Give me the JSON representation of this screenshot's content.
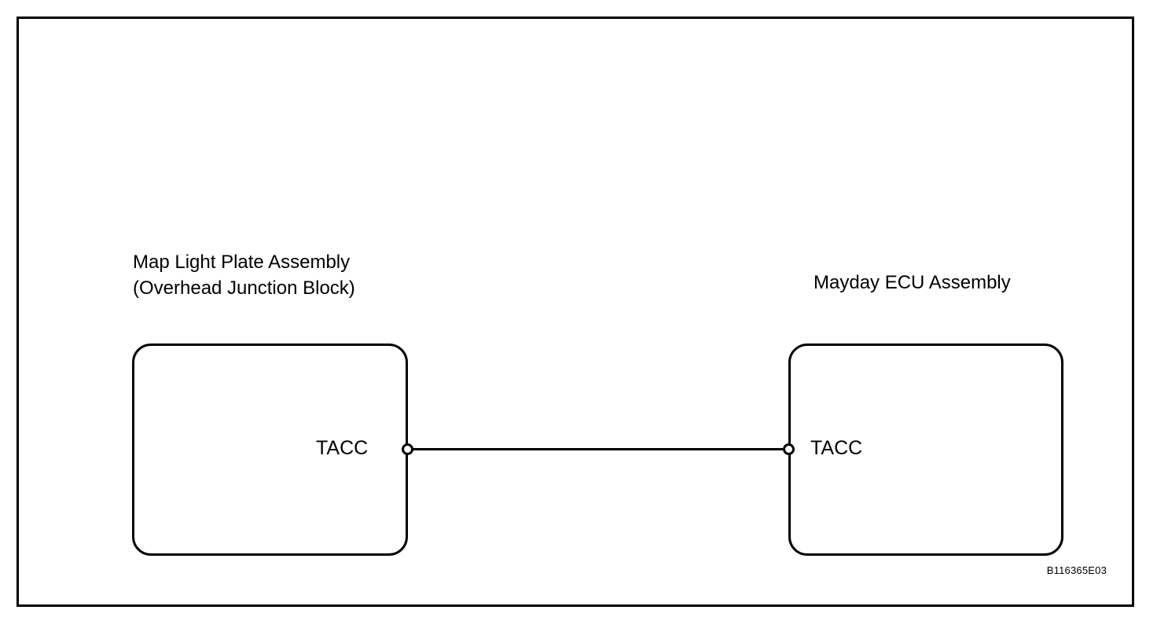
{
  "diagram": {
    "type": "wiring-connector-diagram",
    "figure_code": "B116365E03",
    "components": [
      {
        "id": "map-light-plate-assembly",
        "label": "Map Light Plate Assembly\n(Overhead Junction Block)",
        "terminal": "TACC"
      },
      {
        "id": "mayday-ecu-assembly",
        "label": "Mayday ECU Assembly",
        "terminal": "TACC"
      }
    ],
    "connection": {
      "from_terminal": "TACC",
      "to_terminal": "TACC"
    },
    "colors": {
      "line": "#000000",
      "background": "#ffffff"
    }
  }
}
